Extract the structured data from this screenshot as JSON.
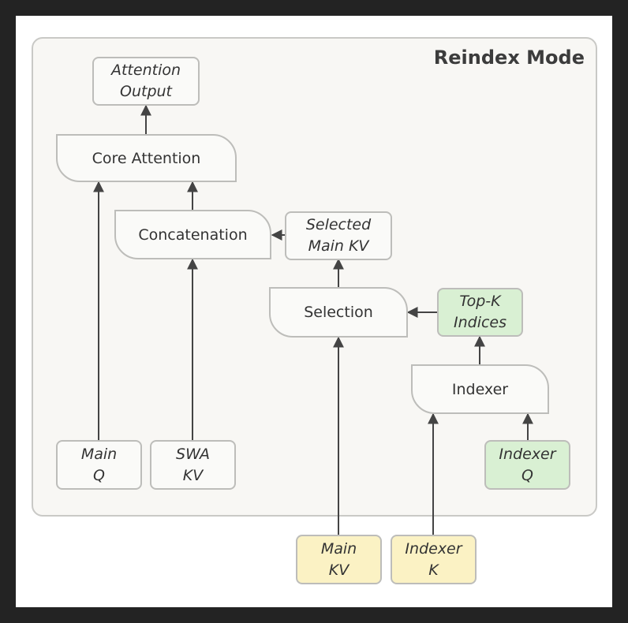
{
  "diagram": {
    "mode_title": "Reindex Mode",
    "nodes": {
      "attention_output": [
        "Attention",
        "Output"
      ],
      "core_attention": "Core Attention",
      "concatenation": "Concatenation",
      "selected_main_kv": [
        "Selected",
        "Main KV"
      ],
      "selection": "Selection",
      "topk_indices": [
        "Top-K",
        "Indices"
      ],
      "indexer": "Indexer",
      "main_q": [
        "Main",
        "Q"
      ],
      "swa_kv": [
        "SWA",
        "KV"
      ],
      "indexer_q": [
        "Indexer",
        "Q"
      ],
      "main_kv": [
        "Main",
        "KV"
      ],
      "indexer_k": [
        "Indexer",
        "K"
      ]
    },
    "edges": [
      {
        "from": "core_attention",
        "to": "attention_output"
      },
      {
        "from": "main_q",
        "to": "core_attention"
      },
      {
        "from": "concatenation",
        "to": "core_attention"
      },
      {
        "from": "swa_kv",
        "to": "concatenation"
      },
      {
        "from": "selected_main_kv",
        "to": "concatenation"
      },
      {
        "from": "selection",
        "to": "selected_main_kv"
      },
      {
        "from": "topk_indices",
        "to": "selection"
      },
      {
        "from": "indexer",
        "to": "topk_indices"
      },
      {
        "from": "indexer_q",
        "to": "indexer"
      },
      {
        "from": "indexer_k",
        "to": "indexer"
      },
      {
        "from": "main_kv",
        "to": "selection"
      }
    ],
    "colors": {
      "green_fill": "#d9f0d3",
      "yellow_fill": "#fbf2c4",
      "border": "#bdbdba",
      "arrow": "#444444"
    }
  }
}
